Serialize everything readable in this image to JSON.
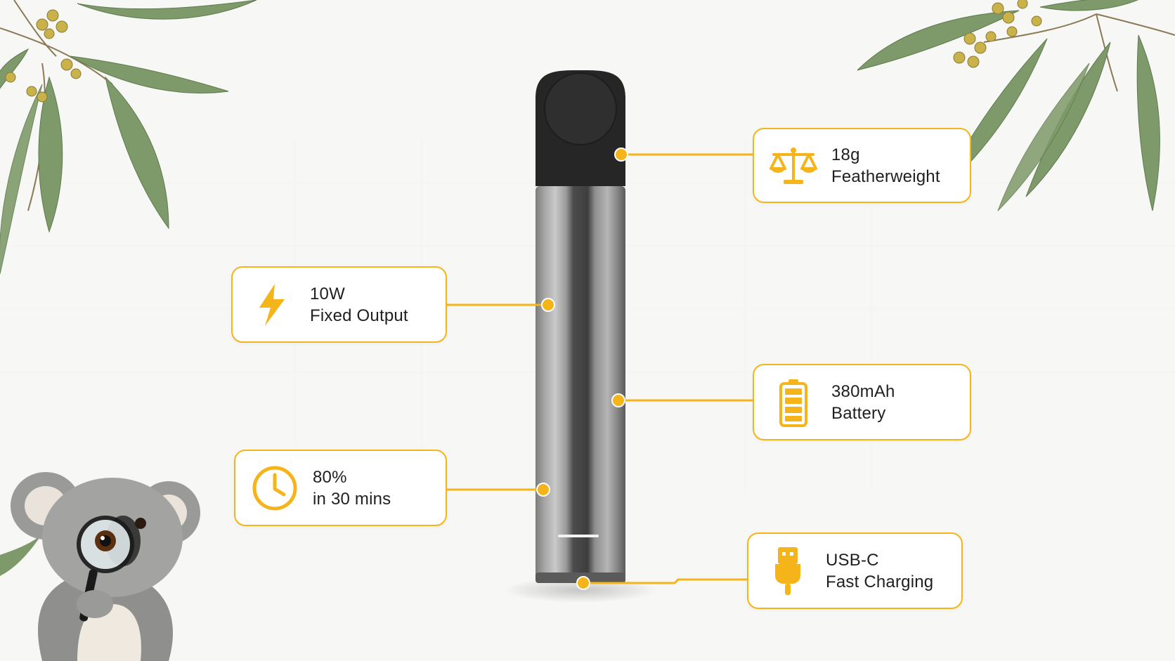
{
  "accent_color": "#f5b41a",
  "device": {
    "mouthpiece_color": "#2a2a2a",
    "body_colors": [
      "#9a9a9a",
      "#c8c8c8",
      "#4a4a4a",
      "#8e8e8e"
    ]
  },
  "features": [
    {
      "icon": "scale-icon",
      "line1": "18g",
      "line2": "Featherweight"
    },
    {
      "icon": "lightning-bolt-icon",
      "line1": "10W",
      "line2": "Fixed Output"
    },
    {
      "icon": "battery-icon",
      "line1": "380mAh",
      "line2": "Battery"
    },
    {
      "icon": "clock-icon",
      "line1": "80%",
      "line2": "in 30 mins"
    },
    {
      "icon": "usb-c-plug-icon",
      "line1": "USB-C",
      "line2": "Fast Charging"
    }
  ],
  "decorations": [
    "eucalyptus-branch-top-left",
    "eucalyptus-branch-top-right",
    "koala-with-magnifying-glass"
  ]
}
